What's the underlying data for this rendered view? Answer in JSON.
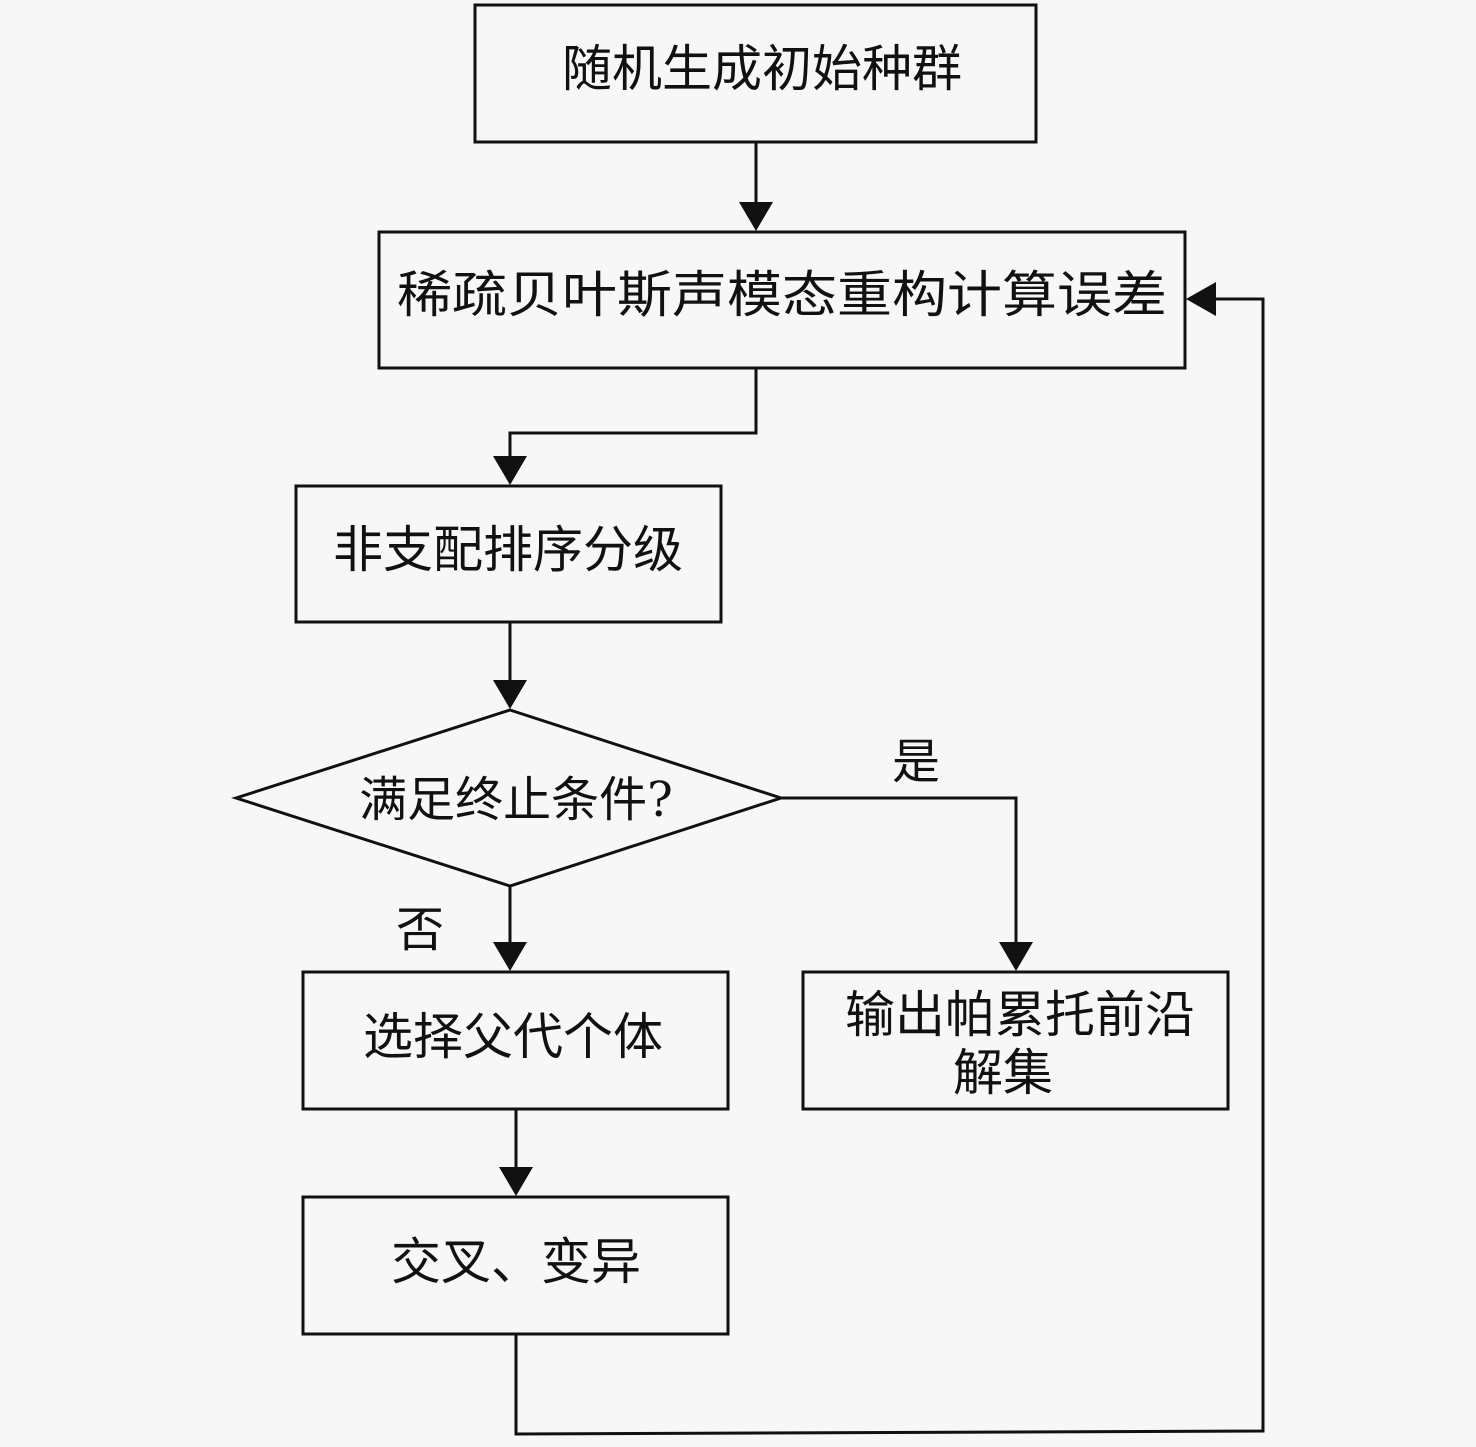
{
  "diagram": {
    "type": "flowchart",
    "language": "zh",
    "nodes": [
      {
        "id": "init",
        "shape": "rect",
        "label": "随机生成初始种群"
      },
      {
        "id": "reconstruct",
        "shape": "rect",
        "label": "稀疏贝叶斯声模态重构计算误差"
      },
      {
        "id": "sort",
        "shape": "rect",
        "label": "非支配排序分级"
      },
      {
        "id": "check",
        "shape": "diamond",
        "label": "满足终止条件?"
      },
      {
        "id": "select",
        "shape": "rect",
        "label": "选择父代个体"
      },
      {
        "id": "output",
        "shape": "rect",
        "label_lines": [
          "输出帕累托前沿",
          "解集"
        ]
      },
      {
        "id": "evolve",
        "shape": "rect",
        "label": "交叉、变异"
      }
    ],
    "edges": [
      {
        "from": "init",
        "to": "reconstruct",
        "label": ""
      },
      {
        "from": "reconstruct",
        "to": "sort",
        "label": ""
      },
      {
        "from": "sort",
        "to": "check",
        "label": ""
      },
      {
        "from": "check",
        "to": "output",
        "label": "是"
      },
      {
        "from": "check",
        "to": "select",
        "label": "否"
      },
      {
        "from": "select",
        "to": "evolve",
        "label": ""
      },
      {
        "from": "evolve",
        "to": "reconstruct",
        "label": ""
      }
    ],
    "colors": {
      "stroke": "#111111",
      "background": "#f7f7f7"
    }
  }
}
